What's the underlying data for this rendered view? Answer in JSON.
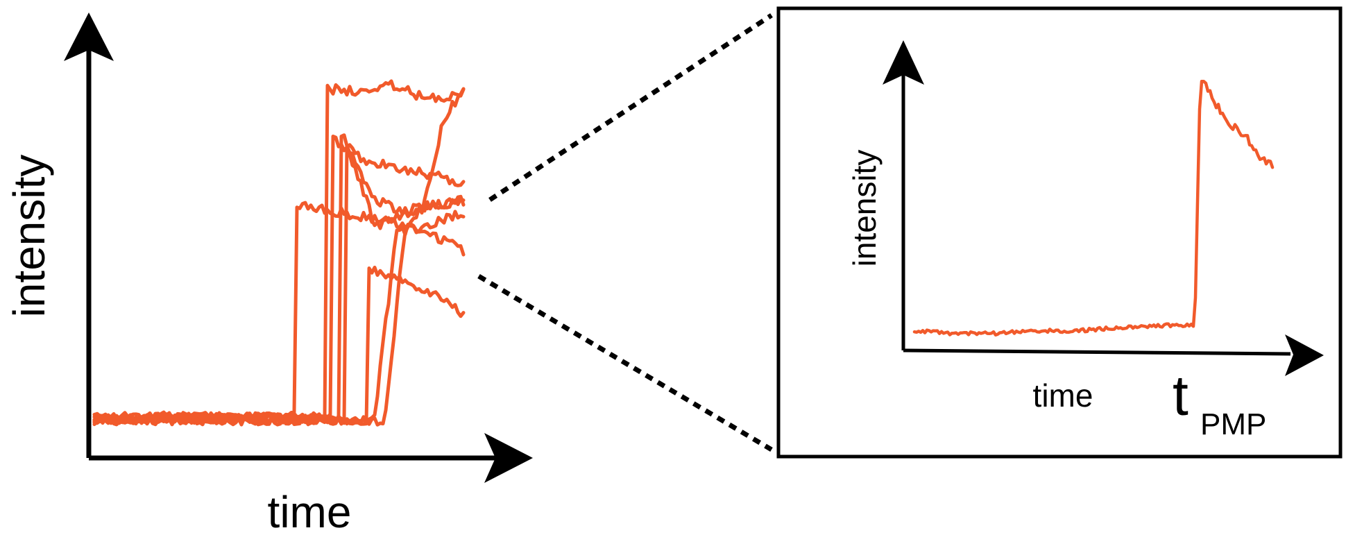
{
  "main_panel": {
    "x_label": "time",
    "y_label": "intensity"
  },
  "inset_panel": {
    "x_label": "time",
    "y_label": "intensity",
    "marker_label": "t",
    "marker_subscript": "PMP"
  },
  "colors": {
    "trace": "#f15a2b",
    "axes": "#000000"
  },
  "chart_data": [
    {
      "type": "line",
      "description_series_count": 8,
      "series": [
        {
          "values": [
            0.05,
            0.05,
            0.05,
            0.05,
            0.62,
            0.6,
            0.58,
            0.55,
            0.5
          ]
        },
        {
          "values": [
            0.05,
            0.05,
            0.05,
            0.05,
            0.93,
            0.92,
            0.94,
            0.9,
            0.92
          ]
        },
        {
          "values": [
            0.05,
            0.05,
            0.05,
            0.05,
            0.8,
            0.74,
            0.72,
            0.7,
            0.68
          ]
        },
        {
          "values": [
            0.05,
            0.05,
            0.05,
            0.05,
            0.82,
            0.64,
            0.6,
            0.62,
            0.63
          ]
        },
        {
          "values": [
            0.05,
            0.05,
            0.05,
            0.05,
            0.78,
            0.56,
            0.6,
            0.62,
            0.63
          ]
        },
        {
          "values": [
            0.05,
            0.05,
            0.05,
            0.05,
            0.45,
            0.43,
            0.4,
            0.38,
            0.32
          ]
        },
        {
          "values": [
            0.05,
            0.05,
            0.05,
            0.05,
            0.06,
            0.55,
            0.56,
            0.58,
            0.6
          ]
        },
        {
          "values": [
            0.05,
            0.05,
            0.05,
            0.05,
            0.05,
            0.55,
            0.62,
            0.85,
            0.93
          ]
        }
      ]
    },
    {
      "type": "line",
      "series": [
        {
          "values": [
            0.04,
            0.03,
            0.03,
            0.04,
            0.04,
            0.05,
            0.06,
            0.06,
            1.0,
            0.9,
            0.82,
            0.78,
            0.7,
            0.66
          ]
        }
      ]
    }
  ]
}
